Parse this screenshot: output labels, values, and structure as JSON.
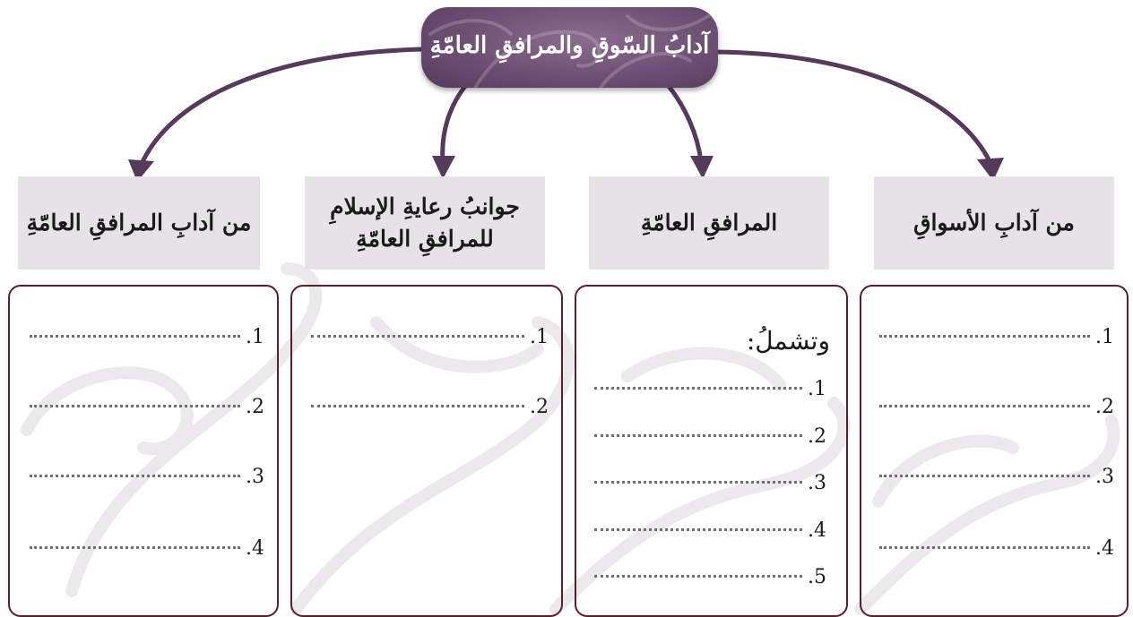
{
  "root": {
    "title": "آدابُ السّوقِ والمرافقِ العامّةِ"
  },
  "branches": [
    {
      "heading": "من آدابِ الأسواقِ",
      "items": [
        "1.",
        "2.",
        "3.",
        "4."
      ]
    },
    {
      "heading": "المرافقِ العامّةِ",
      "intro": "وتشملُ:",
      "items": [
        "1.",
        "2.",
        "3.",
        "4.",
        "5."
      ]
    },
    {
      "heading": "جوانبُ رعايةِ الإسلامِ للمرافقِ العامّةِ",
      "items": [
        "1.",
        "2."
      ]
    },
    {
      "heading": "من آدابِ المرافقِ العامّةِ",
      "items": [
        "1.",
        "2.",
        "3.",
        "4."
      ]
    }
  ],
  "colors": {
    "root": "#6d4f73",
    "arrow": "#553a5b",
    "card_border": "#5b1e2a",
    "heading_bg": "#e6e3e6"
  }
}
